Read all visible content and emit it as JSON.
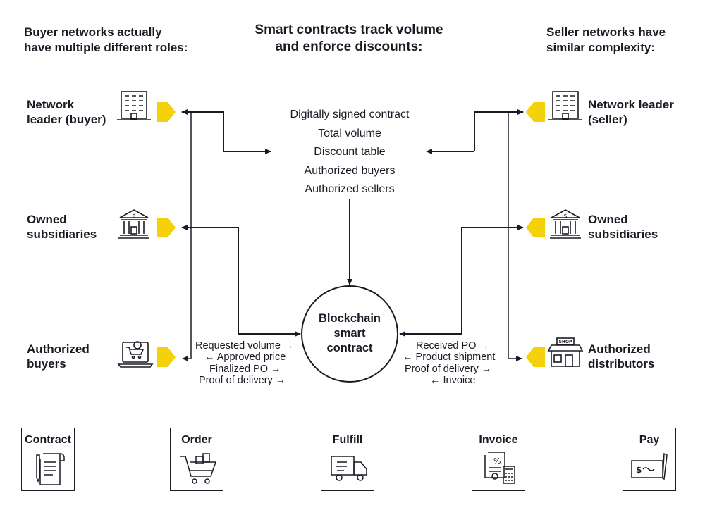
{
  "headers": {
    "buyer": "Buyer networks actually\nhave multiple different roles:",
    "center": "Smart contracts track volume\nand enforce discounts:",
    "seller": "Seller networks have\nsimilar complexity:"
  },
  "buyer_roles": [
    {
      "label": "Network\nleader (buyer)",
      "icon": "office-building-icon"
    },
    {
      "label": "Owned\nsubsidiaries",
      "icon": "bank-building-icon"
    },
    {
      "label": "Authorized\nbuyers",
      "icon": "laptop-shopping-cart-icon"
    }
  ],
  "seller_roles": [
    {
      "label": "Network leader\n(seller)",
      "icon": "office-building-icon"
    },
    {
      "label": "Owned\nsubsidiaries",
      "icon": "bank-building-icon"
    },
    {
      "label": "Authorized\ndistributors",
      "icon": "shop-storefront-icon"
    }
  ],
  "contract_items": [
    "Digitally signed contract",
    "Total volume",
    "Discount table",
    "Authorized buyers",
    "Authorized sellers"
  ],
  "blockchain": "Blockchain\nsmart\ncontract",
  "buyer_messages": [
    "Requested volume →",
    "← Approved price",
    "Finalized PO →",
    "Proof of delivery →"
  ],
  "seller_messages": [
    "Received PO →",
    "← Product shipment",
    "Proof of delivery →",
    "← Invoice"
  ],
  "process_steps": [
    {
      "label": "Contract",
      "icon": "contract-document-icon"
    },
    {
      "label": "Order",
      "icon": "shopping-cart-icon"
    },
    {
      "label": "Fulfill",
      "icon": "delivery-truck-icon"
    },
    {
      "label": "Invoice",
      "icon": "invoice-calculator-icon"
    },
    {
      "label": "Pay",
      "icon": "check-pen-icon"
    }
  ],
  "colors": {
    "accent": "#F5D10A",
    "line": "#1a1a24",
    "vertical": "#555560"
  },
  "shop_sign": "SHOP"
}
